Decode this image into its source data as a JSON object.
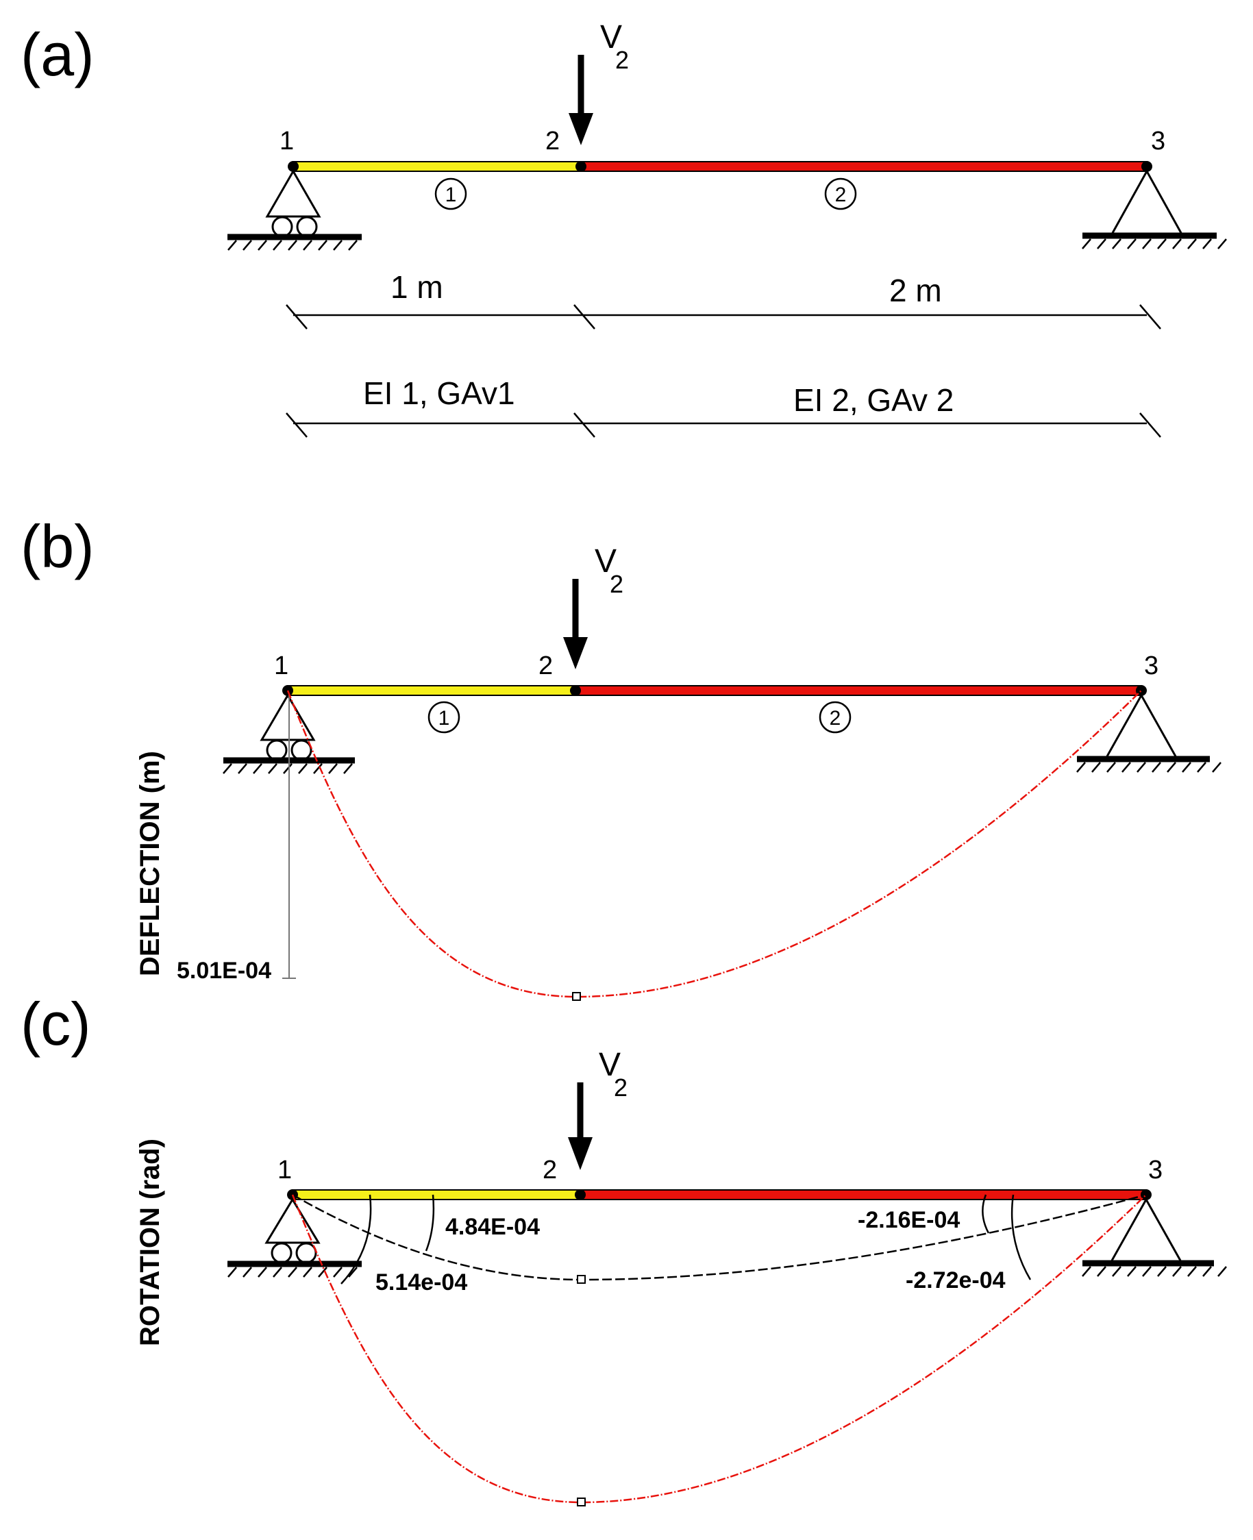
{
  "panels": {
    "a": {
      "label": "(a)"
    },
    "b": {
      "label": "(b)",
      "axis_title": "DEFLECTION (m)",
      "value": "5.01E-04"
    },
    "c": {
      "label": "(c)",
      "axis_title": "ROTATION (rad)",
      "values": [
        "4.84E-04",
        "5.14e-04",
        "-2.16E-04",
        "-2.72e-04"
      ]
    }
  },
  "nodes": [
    "1",
    "2",
    "3"
  ],
  "elements": [
    "1",
    "2"
  ],
  "load": {
    "symbol": "V",
    "subscript": "2"
  },
  "dimensions": {
    "lengths": [
      "1 m",
      "2 m"
    ],
    "properties": [
      "EI 1, GAv1",
      "EI 2, GAv 2"
    ]
  },
  "colors": {
    "element1": "#f5ef1a",
    "element2": "#e8120c",
    "curve": "#e8120c",
    "curve_secondary": "#000000",
    "ink": "#000000"
  }
}
